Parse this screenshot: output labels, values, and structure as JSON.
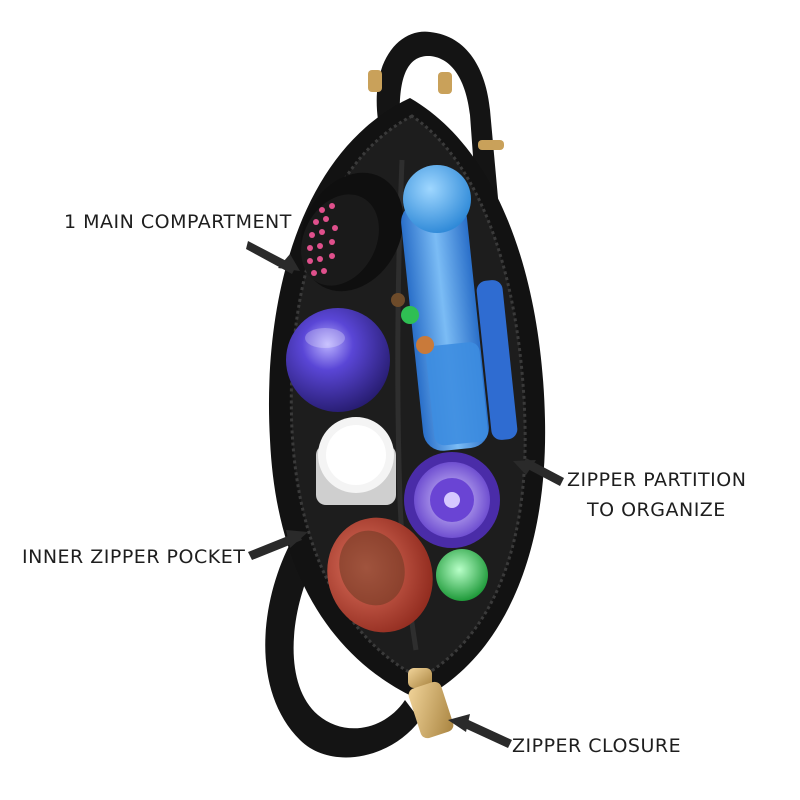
{
  "labels": {
    "main_compartment": "1 MAIN COMPARTMENT",
    "zipper_partition_line1": "ZIPPER PARTITION",
    "zipper_partition_line2": "TO ORGANIZE",
    "inner_zipper_pocket": "INNER ZIPPER  POCKET",
    "zipper_closure": "ZIPPER CLOSURE"
  },
  "colors": {
    "bag": "#121212",
    "lining": "#1b1b1b",
    "accent_gold": "#c9a15a",
    "bottle_blue": "#3a7fd8",
    "cap_blue": "#3fa0e8",
    "jar_purple": "#5b3fc2",
    "flower_purple": "#7a53d6",
    "mirror_red": "#b33a2a",
    "green_cap": "#2fbf53"
  }
}
